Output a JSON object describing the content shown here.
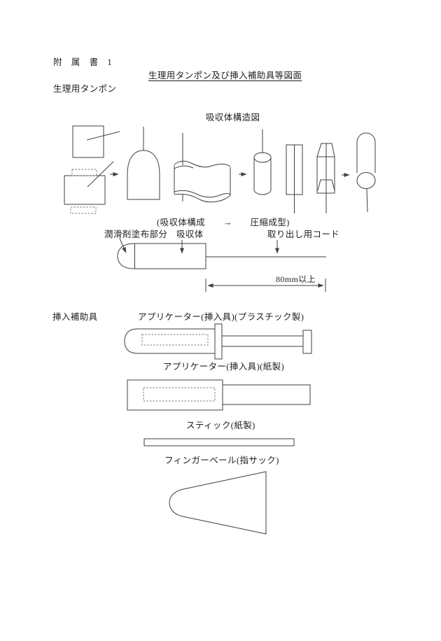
{
  "page": {
    "appendix_label": "附　属　書　1",
    "doc_title": "生理用タンポン及び挿入補助具等図面",
    "section_tampon": "生理用タンポン",
    "section_aids": "挿入補助具"
  },
  "absorber_diagram": {
    "title": "吸収体構造図",
    "process_caption": "(吸収体構成　　→　　圧縮成型)"
  },
  "tampon_diagram": {
    "label_lubricant": "潤滑剤塗布部分",
    "label_absorber": "吸収体",
    "label_cord": "取り出し用コード",
    "dimension_label": "80mm以上"
  },
  "aids": {
    "applicator_plastic_label": "アプリケーター(挿入具)(プラスチック製)",
    "applicator_paper_label": "アプリケーター(挿入具)(紙製)",
    "stick_label": "スティック(紙製)",
    "finger_cot_label": "フィンガーベール(指サック)"
  },
  "colors": {
    "line": "#3f3f3f",
    "text": "#1f1f1f",
    "background": "#ffffff"
  }
}
